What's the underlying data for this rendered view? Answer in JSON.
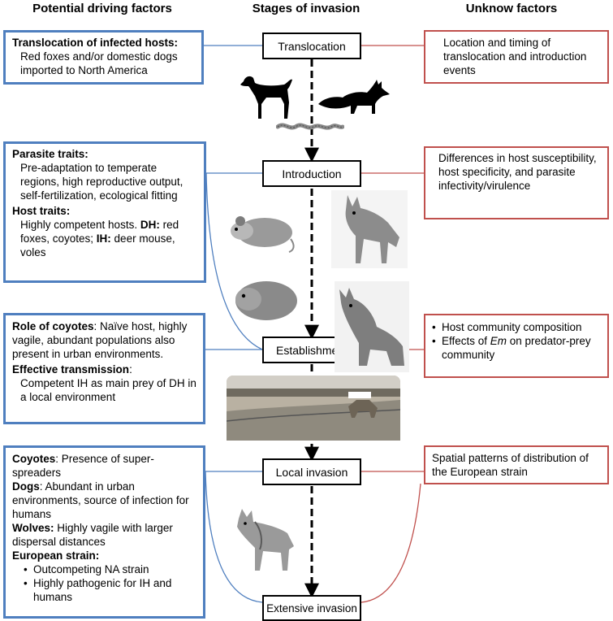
{
  "headers": {
    "left": "Potential driving factors",
    "center": "Stages of invasion",
    "right": "Unknow factors"
  },
  "stages": {
    "translocation": "Translocation",
    "introduction": "Introduction",
    "establishment": "Establishment",
    "local_invasion": "Local invasion",
    "extensive_invasion": "Extensive invasion"
  },
  "left_boxes": {
    "translocation": {
      "title": "Translocation of  infected hosts:",
      "text": "Red foxes and/or domestic dogs imported to North America"
    },
    "traits": {
      "parasite_title": "Parasite traits:",
      "parasite_text": "Pre-adaptation to temperate regions, high reproductive output, self-fertilization, ecological fitting",
      "host_title": "Host traits:",
      "host_text_1": "Highly competent hosts. ",
      "host_dh": "DH:",
      "host_text_2": " red foxes, coyotes; ",
      "host_ih": "IH:",
      "host_text_3": " deer mouse, voles"
    },
    "coyotes": {
      "role_title": "Role of coyotes",
      "role_text": ": Naïve host, highly vagile, abundant populations also present in urban environments.",
      "trans_title": "Effective transmission",
      "trans_colon": ":",
      "trans_text": "Competent IH as main prey of DH in a local environment"
    },
    "local": {
      "coy_title": "Coyotes",
      "coy_text": ": Presence of super-spreaders",
      "dog_title": "Dogs",
      "dog_text": ": Abundant in urban environments, source of infection for humans",
      "wolf_title": "Wolves:",
      "wolf_text": " Highly vagile with larger dispersal distances",
      "eu_title": "European strain:",
      "eu_items": [
        "Outcompeting NA strain",
        "Highly pathogenic for IH and humans"
      ]
    }
  },
  "right_boxes": {
    "translocation": "Location and timing of translocation and introduction events",
    "introduction": "Differences in host susceptibility, host specificity, and parasite infectivity/virulence",
    "establishment_1": "Host community composition",
    "establishment_2a": "Effects of ",
    "establishment_2em": "Em",
    "establishment_2b": " on predator-prey community",
    "local": "Spatial patterns of distribution of the European strain"
  },
  "colors": {
    "blue": "#4f7fbf",
    "red": "#c0504d"
  }
}
